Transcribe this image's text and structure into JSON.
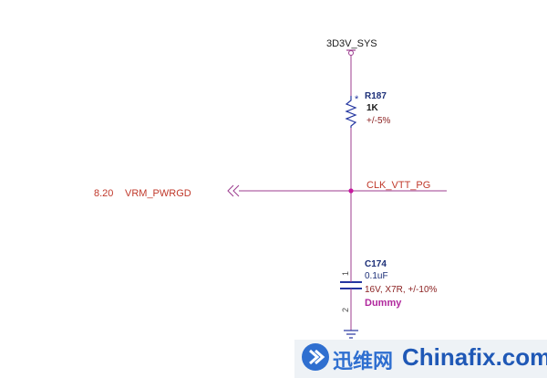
{
  "colors": {
    "wire": "#9c3d8f",
    "symbol": "#2436a0",
    "refdes": "#1c2f78",
    "value": "#8a1f1f",
    "netlabel": "#c0392b",
    "dummy": "#b0279d",
    "watermark_blue": "#2f6fd0",
    "watermark_bg": "#eef2f6"
  },
  "power_net": "3D3V_SYS",
  "resistor": {
    "refdes": "R187",
    "value": "1K",
    "tolerance": "+/-5%",
    "marker": "*"
  },
  "net": {
    "name": "CLK_VTT_PG",
    "offpage_ref": "8.20",
    "offpage_name": "VRM_PWRGD"
  },
  "capacitor": {
    "refdes": "C174",
    "value": "0.1uF",
    "rating": "16V, X7R, +/-10%",
    "note": "Dummy",
    "pin1": "1",
    "pin2": "2"
  },
  "watermark": {
    "cn": "迅维网",
    "en": "Chinafix.com",
    "icon": "arrow-logo-icon"
  }
}
